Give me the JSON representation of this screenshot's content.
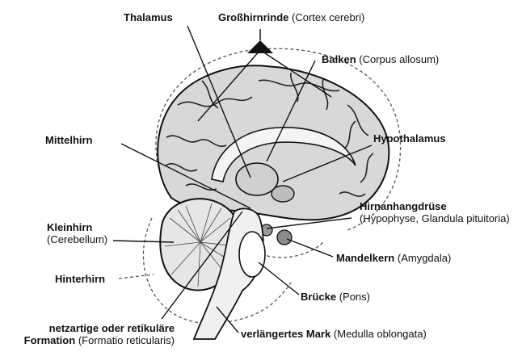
{
  "labels": {
    "thalamus": "Thalamus",
    "cortex": "Großhirnrinde",
    "cortex_latin": "(Cortex cerebri)",
    "balken": "Balken",
    "balken_latin": "(Corpus allosum)",
    "mittelhirn": "Mittelhirn",
    "hypothalamus": "Hypothalamus",
    "hirnanhangdruese": "Hirnanhangdrüse",
    "hirnanhangdruese_latin": "(Hypophyse, Glandula pituitoria)",
    "kleinhirn": "Kleinhirn",
    "kleinhirn_latin": "(Cerebellum)",
    "mandelkern": "Mandelkern",
    "mandelkern_latin": "(Amygdala)",
    "hinterhirn": "Hinterhirn",
    "bruecke": "Brücke",
    "bruecke_latin": "(Pons)",
    "formation_line1": "netzartige oder retikuläre",
    "formation_bold": "Formation",
    "formation_latin": "(Formatio reticularis)",
    "mark": "verlängertes Mark",
    "mark_latin": "(Medulla oblongata)"
  }
}
